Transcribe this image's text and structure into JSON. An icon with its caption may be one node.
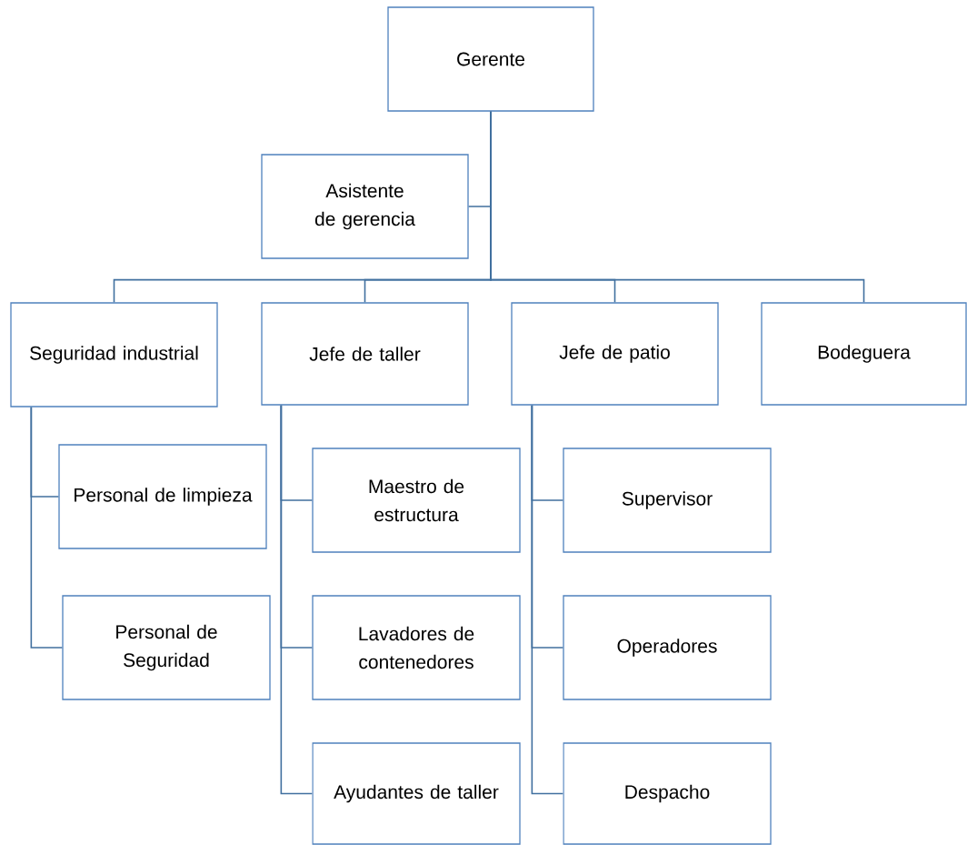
{
  "diagram": {
    "nodes": [
      {
        "text": [
          "Gerente"
        ]
      },
      {
        "text": [
          "Asistente de gerencia"
        ]
      },
      {
        "text": [
          "Seguridad industrial"
        ]
      },
      {
        "text": [
          "Jefe de taller"
        ]
      },
      {
        "text": [
          "Jefe de patio"
        ]
      },
      {
        "text": [
          "Bodeguera"
        ]
      },
      {
        "text": [
          "Personal de limpieza"
        ]
      },
      {
        "text": [
          "Personal de Seguridad"
        ]
      },
      {
        "text": [
          "Maestro de estructura"
        ]
      },
      {
        "text": [
          "Lavadores de contenedores"
        ]
      },
      {
        "text": [
          "Ayudantes de taller"
        ]
      },
      {
        "text": [
          "Supervisor"
        ]
      },
      {
        "text": [
          "Operadores"
        ]
      },
      {
        "text": [
          "Despacho"
        ]
      }
    ],
    "edges": [
      {
        "from": 0,
        "to": 1,
        "arrow": "none"
      },
      {
        "from": 0,
        "to": 2,
        "arrow": "none"
      },
      {
        "from": 0,
        "to": 3,
        "arrow": "none"
      },
      {
        "from": 0,
        "to": 4,
        "arrow": "none"
      },
      {
        "from": 0,
        "to": 5,
        "arrow": "none"
      },
      {
        "from": 2,
        "to": 6,
        "arrow": "none"
      },
      {
        "from": 2,
        "to": 7,
        "arrow": "none"
      },
      {
        "from": 3,
        "to": 8,
        "arrow": "none"
      },
      {
        "from": 3,
        "to": 9,
        "arrow": "none"
      },
      {
        "from": 3,
        "to": 10,
        "arrow": "none"
      },
      {
        "from": 4,
        "to": 11,
        "arrow": "none"
      },
      {
        "from": 4,
        "to": 12,
        "arrow": "none"
      },
      {
        "from": 4,
        "to": 13,
        "arrow": "none"
      }
    ]
  }
}
